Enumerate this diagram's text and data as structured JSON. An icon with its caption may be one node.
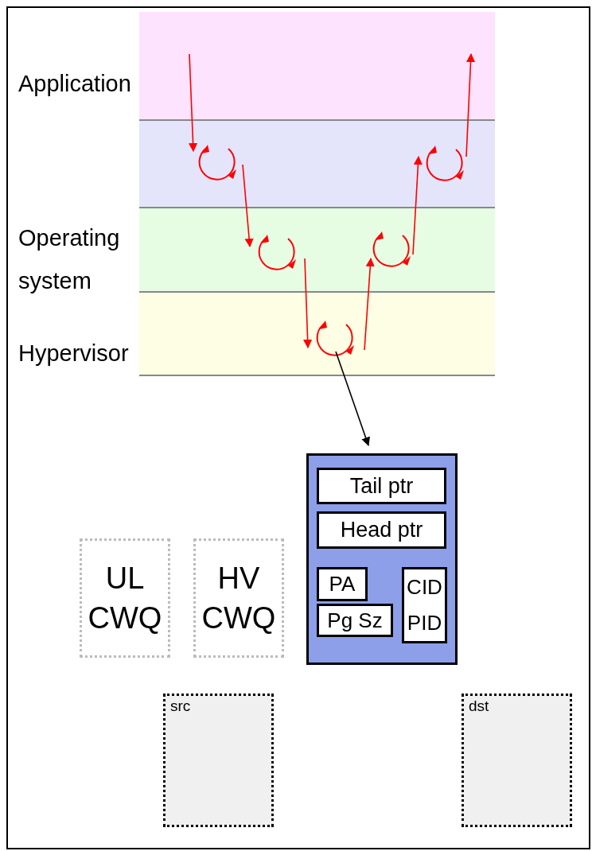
{
  "diagram": {
    "nodes": [
      {
        "text": [
          "Application"
        ]
      },
      {
        "text": [],
        "shape": "box"
      },
      {
        "text": [
          "Operating system"
        ]
      },
      {
        "text": [
          "Hypervisor"
        ]
      },
      {
        "text": [],
        "shape": "circle",
        "in": 1
      },
      {
        "text": [],
        "shape": "circle",
        "in": 2
      },
      {
        "text": [],
        "shape": "circle",
        "in": 3
      },
      {
        "text": [],
        "shape": "circle",
        "in": 2
      },
      {
        "text": [],
        "shape": "circle",
        "in": 1
      },
      {
        "text": [],
        "shape": "box"
      },
      {
        "text": [
          "Tail ptr"
        ],
        "in": 9
      },
      {
        "text": [
          "Head ptr"
        ],
        "in": 9
      },
      {
        "text": [
          "PA"
        ],
        "in": 9
      },
      {
        "text": [
          "Pg Sz"
        ],
        "in": 9
      },
      {
        "text": [
          "CID",
          "PID"
        ],
        "in": 9
      },
      {
        "text": [
          "UL CWQ"
        ]
      },
      {
        "text": [
          "HV CWQ"
        ]
      },
      {
        "text": [
          "src"
        ]
      },
      {
        "text": [
          "dst"
        ]
      }
    ],
    "edges": [
      {
        "from": 0,
        "to": 4,
        "arrow": "to"
      },
      {
        "from": 4,
        "to": 5,
        "arrow": "to"
      },
      {
        "from": 5,
        "to": 6,
        "arrow": "to"
      },
      {
        "from": 6,
        "to": 7,
        "arrow": "to"
      },
      {
        "from": 7,
        "to": 8,
        "arrow": "to"
      },
      {
        "from": 8,
        "to": 0,
        "arrow": "to"
      },
      {
        "from": 6,
        "to": 9,
        "arrow": "to",
        "color": "#000000"
      }
    ]
  }
}
